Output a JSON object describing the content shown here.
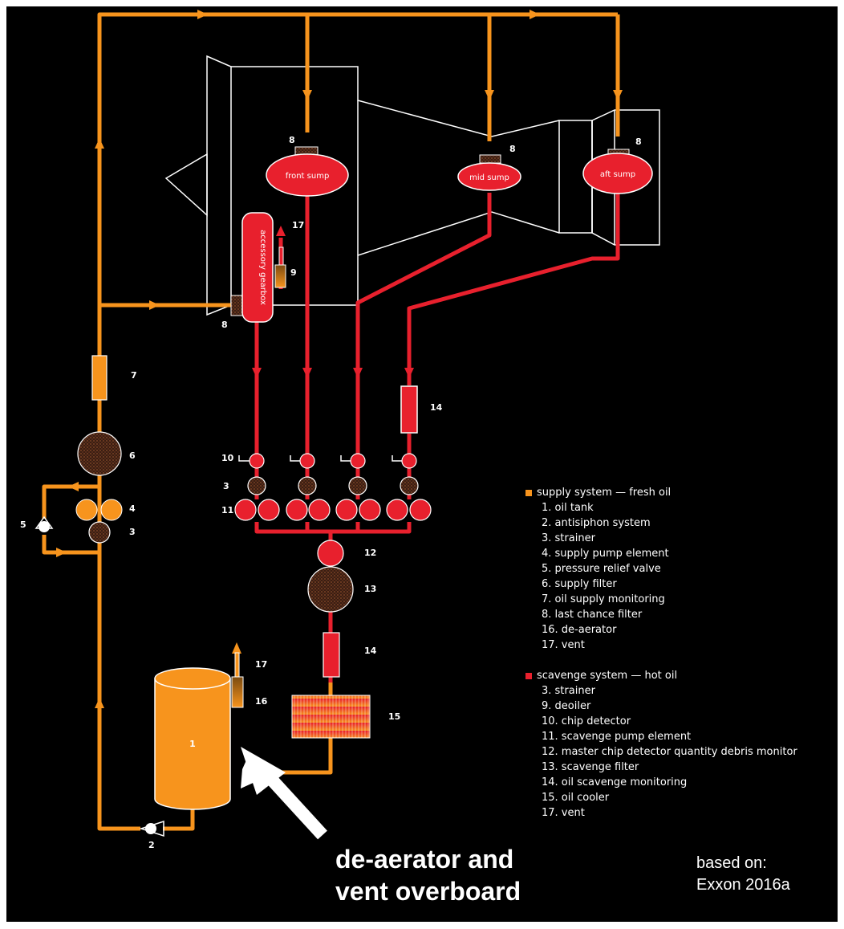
{
  "colors": {
    "supply": "#f7941d",
    "scavenge": "#e8202d",
    "background": "#000000",
    "outline": "#ffffff"
  },
  "labels": {
    "front_sump": "front sump",
    "mid_sump": "mid sump",
    "aft_sump": "aft sump",
    "gearbox": "accessory gearbox",
    "tank_num": "1"
  },
  "numbers": [
    "1",
    "2",
    "3",
    "4",
    "5",
    "6",
    "7",
    "8",
    "9",
    "10",
    "11",
    "12",
    "13",
    "14",
    "15",
    "16",
    "17"
  ],
  "legend": {
    "supply_title": "supply system — fresh oil",
    "supply_items": [
      "1. oil tank",
      "2. antisiphon system",
      "3. strainer",
      "4. supply pump element",
      "5. pressure relief valve",
      "6. supply filter",
      "7. oil supply monitoring",
      "8. last chance filter",
      "16. de-aerator",
      "17. vent"
    ],
    "scavenge_title": "scavenge system — hot oil",
    "scavenge_items": [
      "3. strainer",
      "9. deoiler",
      "10. chip detector",
      "11. scavenge pump element",
      "12. master chip detector quantity debris monitor",
      "13. scavenge filter",
      "14. oil scavenge monitoring",
      "15. oil cooler",
      "17. vent"
    ]
  },
  "callout": {
    "line1": "de-aerator  and",
    "line2": "vent overboard"
  },
  "source": {
    "line1": "based on:",
    "line2": "Exxon 2016a"
  }
}
